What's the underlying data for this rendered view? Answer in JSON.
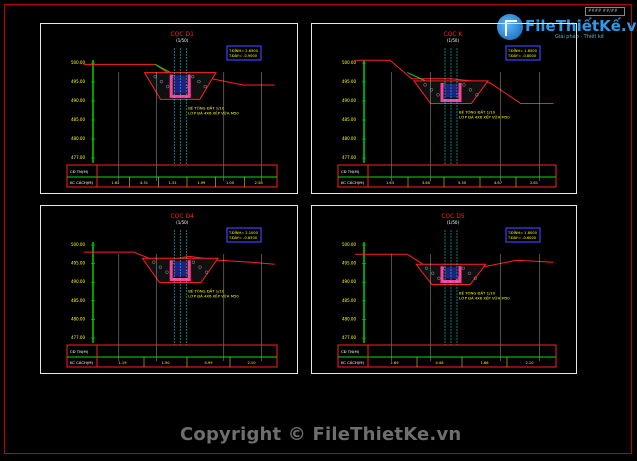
{
  "title_block": "####  ##/##",
  "logo": {
    "name": "FileThiếtKế.vn",
    "tagline": "Giải pháp · Thiết kế"
  },
  "watermark": "Copyright © FileThietKe.vn",
  "colors": {
    "frame": "#c00000",
    "panel": "#e6e6e6",
    "terrain": "#ff2020",
    "dike": "#00e000",
    "axis": "#00ffff",
    "label": "#ffff00",
    "box": "#4040ff",
    "concrete": "#ff40a0"
  },
  "sections": [
    {
      "id": "s1",
      "title": "CỌC D1",
      "scale": "(1/50)",
      "boxLines": [
        "T.ĐỈNH= 2.6500",
        "T.ĐÁY= -0.9000"
      ],
      "note": "BÊ TÔNG ĐẤT 1/10",
      "note2": "LỚP ĐÁ 4X6 XẾP VỮA M50",
      "levels": [
        "500.00",
        "495.00",
        "490.00",
        "485.00",
        "480.00",
        "477.00"
      ],
      "rowLabels": [
        "CĐ TN(M)",
        "KC CÁCH(M)"
      ],
      "dist": [
        "1.63",
        "4.31",
        "1.51",
        "1.99",
        "1.00",
        "2.58"
      ]
    },
    {
      "id": "s2",
      "title": "CỌC K",
      "scale": "(1/50)",
      "boxLines": [
        "T.ĐỈNH= 1.6500",
        "T.ĐÁY= -0.8000"
      ],
      "note": "BÊ TÔNG ĐẤT 1/10",
      "note2": "LỚP ĐÁ 4X6 XẾP VỮA M50",
      "levels": [
        "500.00",
        "495.00",
        "490.00",
        "485.00",
        "480.00",
        "477.00"
      ],
      "rowLabels": [
        "CĐ TN(M)",
        "KC CÁCH(M)"
      ],
      "dist": [
        "1.63",
        "3.60",
        "5.30",
        "4.67",
        "2.81"
      ]
    },
    {
      "id": "s3",
      "title": "CỌC D4",
      "scale": "(1/50)",
      "boxLines": [
        "T.ĐỈNH= 2.1000",
        "T.ĐÁY= -0.6500"
      ],
      "note": "BÊ TÔNG ĐẤT 1/10",
      "note2": "LỚP ĐÁ 4X6 XẾP VỮA M50",
      "levels": [
        "500.00",
        "495.00",
        "490.00",
        "485.00",
        "480.00",
        "477.00"
      ],
      "rowLabels": [
        "CĐ TN(M)",
        "KC CÁCH(M)"
      ],
      "dist": [
        "1.19",
        "1.50",
        "4.99",
        "2.10"
      ]
    },
    {
      "id": "s4",
      "title": "CỌC D5",
      "scale": "(1/50)",
      "boxLines": [
        "T.ĐỈNH= 1.8000",
        "T.ĐÁY= -0.6000"
      ],
      "note": "BÊ TÔNG ĐẤT 1/10",
      "note2": "LỚP ĐÁ 4X6 XẾP VỮA M50",
      "levels": [
        "500.00",
        "495.00",
        "490.00",
        "485.00",
        "480.00",
        "477.00"
      ],
      "rowLabels": [
        "CĐ TN(M)",
        "KC CÁCH(M)"
      ],
      "dist": [
        "1.69",
        "4.48",
        "1.66",
        "2.10"
      ]
    }
  ]
}
